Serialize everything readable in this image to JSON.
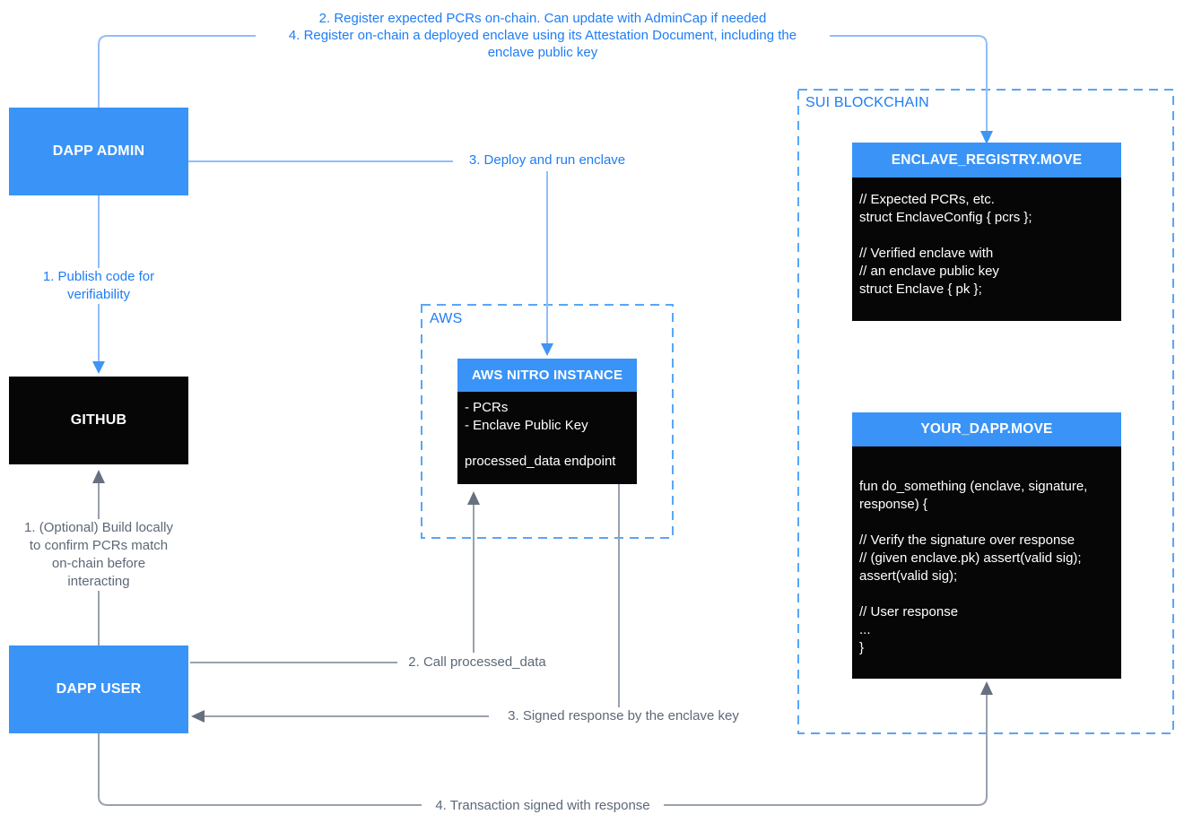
{
  "diagram_title": "Sui enclave attestation architecture",
  "labels": {
    "top_line1": "2. Register expected PCRs on-chain. Can update with AdminCap if needed",
    "top_line2": "4. Register on-chain a deployed enclave using its Attestation Document, including the",
    "top_line3": "enclave public key",
    "publish": "1. Publish code for verifiability",
    "deploy": "3. Deploy and run enclave",
    "optional_build": "1. (Optional) Build locally to confirm PCRs match on-chain before interacting",
    "call": "2. Call processed_data",
    "signed_response": "3. Signed response by the enclave key",
    "transaction": "4. Transaction signed with response"
  },
  "containers": {
    "aws": {
      "label": "AWS"
    },
    "sui": {
      "label": "SUI BLOCKCHAIN"
    }
  },
  "nodes": {
    "dapp_admin": {
      "title": "DAPP ADMIN"
    },
    "github": {
      "title": "GITHUB"
    },
    "dapp_user": {
      "title": "DAPP USER"
    },
    "aws_nitro": {
      "title": "AWS NITRO INSTANCE",
      "lines": [
        "- PCRs",
        "- Enclave Public Key",
        "",
        "processed_data endpoint"
      ]
    },
    "enclave_registry": {
      "title": "ENCLAVE_REGISTRY.MOVE",
      "lines": [
        "// Expected PCRs, etc.",
        "struct EnclaveConfig { pcrs };",
        "",
        "// Verified enclave with",
        "// an enclave public key",
        "struct Enclave { pk };"
      ]
    },
    "your_dapp": {
      "title": "YOUR_DAPP.MOVE",
      "lines": [
        "fun do_something (enclave, signature, response) {",
        "",
        "// Verify the signature over response",
        "// (given enclave.pk) assert(valid sig);",
        "assert(valid sig);",
        "",
        "// User response",
        "...",
        "}"
      ]
    }
  },
  "colors": {
    "node_blue": "#3A94F7",
    "node_black": "#060606",
    "label_blue": "#1E7DF5",
    "line_blue": "#92BEF9",
    "arrow_blue": "#3E95F3",
    "dash_blue": "#58A6F8",
    "line_gray": "#99A1AE",
    "arrow_gray": "#667081",
    "label_gray": "#5C6877"
  }
}
